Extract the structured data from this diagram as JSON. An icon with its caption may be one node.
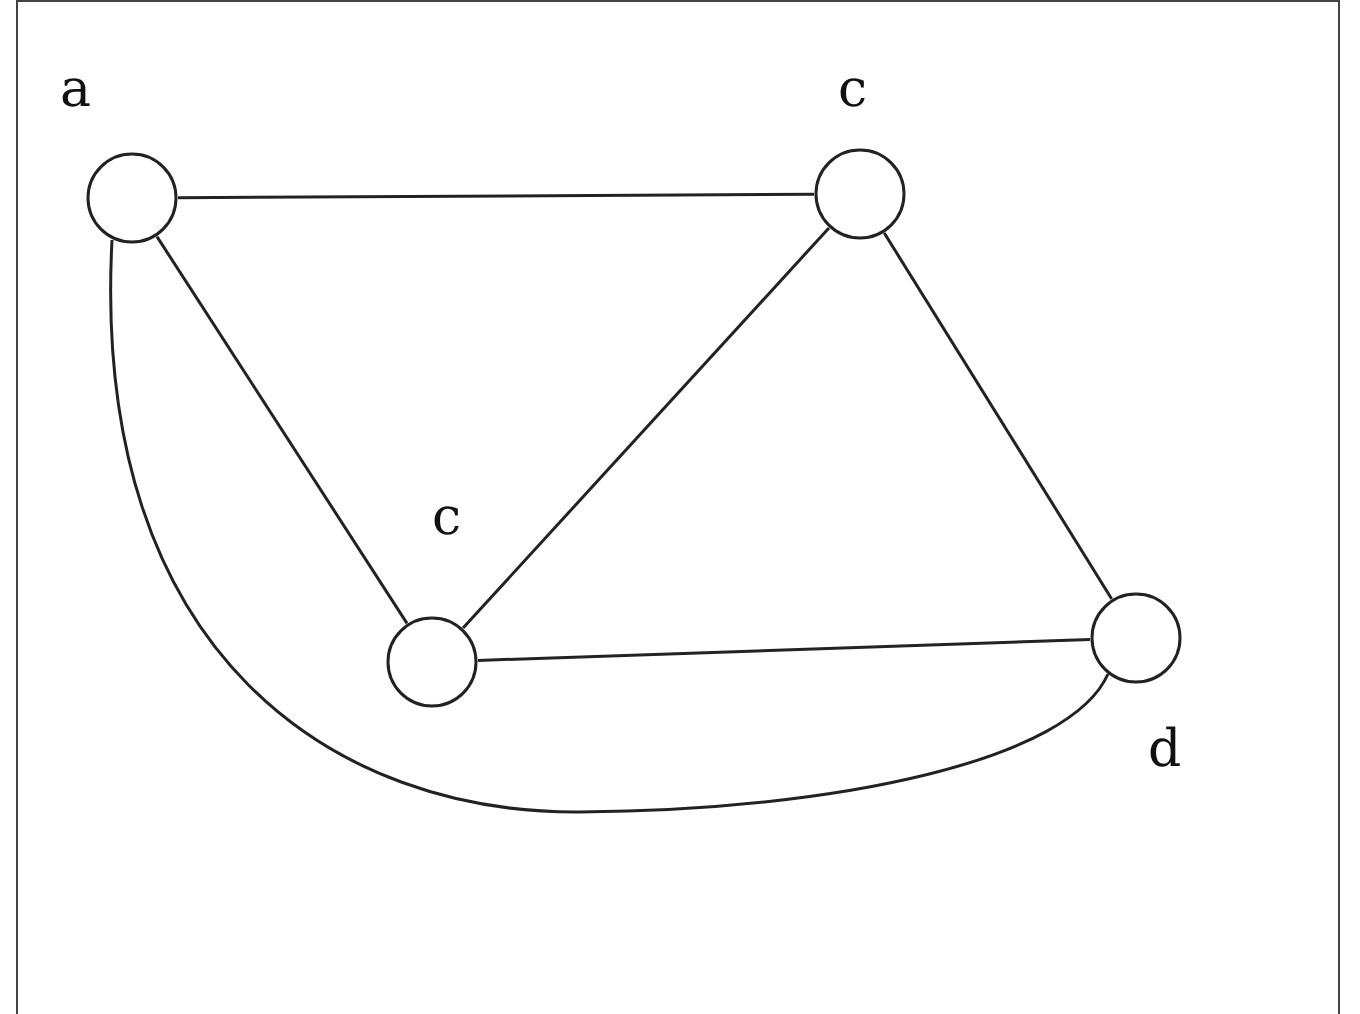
{
  "diagram": {
    "nodes": [
      {
        "text": [],
        "shape": "circle",
        "beside": [
          "a"
        ]
      },
      {
        "text": [],
        "shape": "circle",
        "beside": [
          "c"
        ]
      },
      {
        "text": [],
        "shape": "circle",
        "beside": [
          "c"
        ]
      },
      {
        "text": [],
        "shape": "circle",
        "beside": [
          "d"
        ]
      }
    ],
    "edges": [
      {
        "from": 0,
        "to": 1,
        "arrow": "none"
      },
      {
        "from": 0,
        "to": 2,
        "arrow": "none"
      },
      {
        "from": 1,
        "to": 2,
        "arrow": "none"
      },
      {
        "from": 1,
        "to": 3,
        "arrow": "none"
      },
      {
        "from": 2,
        "to": 3,
        "arrow": "none"
      },
      {
        "from": 0,
        "to": 3,
        "arrow": "none"
      }
    ]
  }
}
